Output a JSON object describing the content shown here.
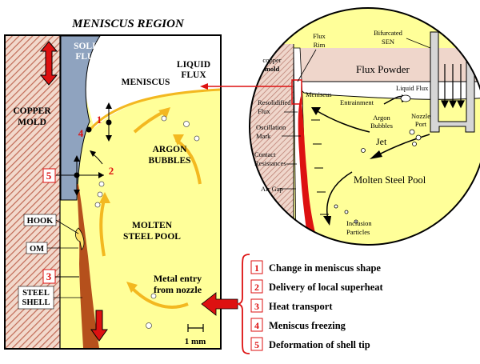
{
  "left_panel": {
    "title": "MENISCUS REGION",
    "solid_flux": [
      "SOLID",
      "FLUX"
    ],
    "liquid_flux": [
      "LIQUID",
      "FLUX"
    ],
    "meniscus": "MENISCUS",
    "copper_mold": [
      "COPPER",
      "MOLD"
    ],
    "argon_bubbles": [
      "ARGON",
      "BUBBLES"
    ],
    "molten_pool": [
      "MOLTEN",
      "STEEL POOL"
    ],
    "hook": "HOOK",
    "om": "OM",
    "steel_shell": [
      "STEEL",
      "SHELL"
    ],
    "metal_entry": [
      "Metal entry",
      "from nozzle"
    ],
    "scale": "1 mm",
    "markers": [
      "1",
      "2",
      "3",
      "4",
      "5"
    ]
  },
  "right_panel": {
    "flux_rim": [
      "Flux",
      "Rim"
    ],
    "bifurcated_sen": [
      "Bifurcated",
      "SEN"
    ],
    "copper_mold": [
      "copper",
      "mold"
    ],
    "flux_powder": "Flux Powder",
    "liquid_flux": "Liquid Flux",
    "meniscus": "Meniscus",
    "entrainment": "Entrainment",
    "resolidified_flux": [
      "Resolidified",
      "Flux"
    ],
    "argon_bubbles": [
      "Argon",
      "Bubbles"
    ],
    "nozzle_port": [
      "Nozzle",
      "Port"
    ],
    "oscillation_mark": [
      "Oscillation",
      "Mark"
    ],
    "jet": "Jet",
    "contact_resistances": [
      "Contact",
      "Resistances"
    ],
    "molten_pool": "Molten Steel Pool",
    "air_gap": "Air Gap",
    "inclusion_particles": [
      "Inclusion",
      "Particles"
    ]
  },
  "legend": {
    "items": [
      {
        "num": "1",
        "text": "Change in meniscus shape"
      },
      {
        "num": "2",
        "text": "Delivery of local superheat"
      },
      {
        "num": "3",
        "text": "Heat transport"
      },
      {
        "num": "4",
        "text": "Meniscus freezing"
      },
      {
        "num": "5",
        "text": "Deformation of shell tip"
      }
    ]
  },
  "colors": {
    "steel": "#ffff99",
    "flux": "#8fa3bf",
    "copper": "#c88a70",
    "arrow_red": "#dd1111",
    "flow_yellow": "#f3b820",
    "shell": "#b5501c"
  }
}
